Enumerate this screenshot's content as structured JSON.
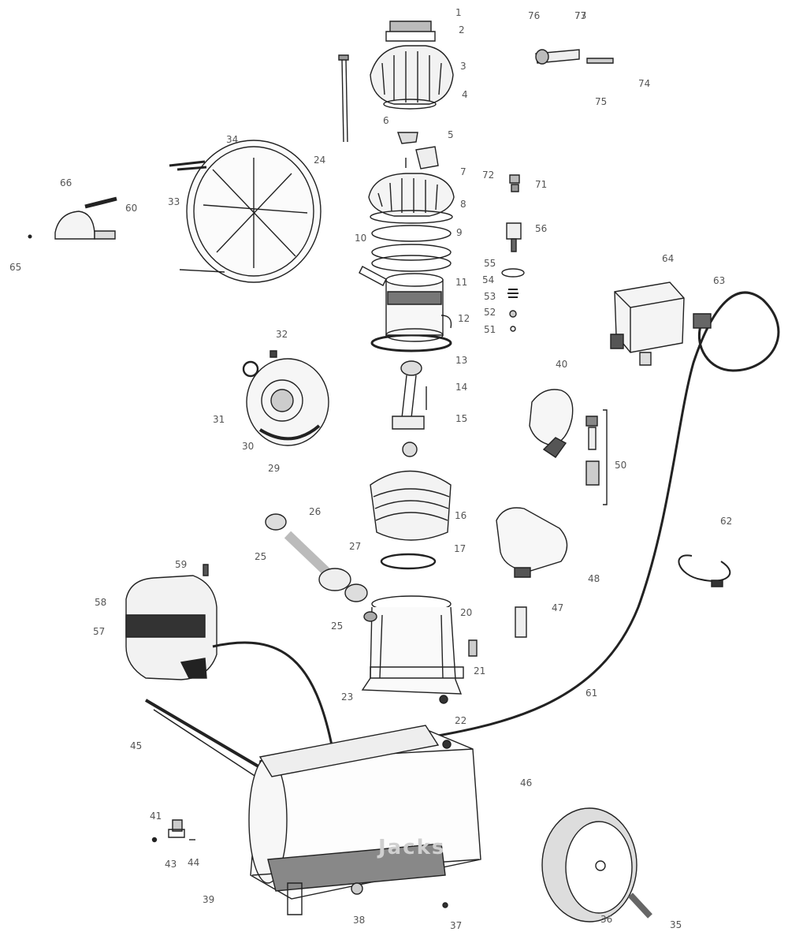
{
  "diagram": {
    "part_numbers": [
      "1",
      "2",
      "3",
      "4",
      "5",
      "6",
      "7",
      "8",
      "9",
      "10",
      "11",
      "12",
      "13",
      "14",
      "15",
      "16",
      "17",
      "20",
      "21",
      "22",
      "23",
      "24",
      "25",
      "25",
      "26",
      "27",
      "29",
      "30",
      "31",
      "32",
      "33",
      "34",
      "35",
      "36",
      "37",
      "38",
      "39",
      "40",
      "41",
      "43",
      "44",
      "45",
      "46",
      "47",
      "48",
      "50",
      "51",
      "52",
      "53",
      "54",
      "55",
      "56",
      "57",
      "58",
      "59",
      "60",
      "61",
      "62",
      "63",
      "64",
      "65",
      "66",
      "71",
      "72",
      "73",
      "74",
      "75",
      "76",
      "77"
    ],
    "watermark": "Jacks"
  }
}
